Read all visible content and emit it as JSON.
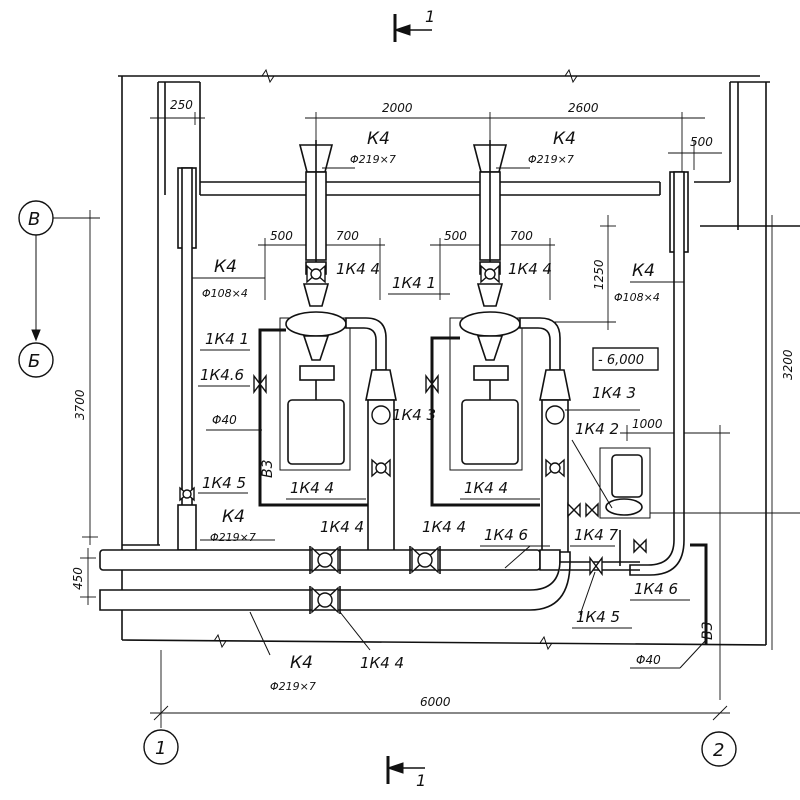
{
  "section_marks": {
    "top": "1",
    "bottom": "1"
  },
  "axes": {
    "v_left": "В",
    "b_left": "Б",
    "col1": "1",
    "col2": "2"
  },
  "dims": {
    "d250": "250",
    "d2000": "2000",
    "d2600": "2600",
    "d500_right": "500",
    "d500_a": "500",
    "d700_a": "700",
    "d500_b": "500",
    "d700_b": "700",
    "d1250": "1250",
    "d3700": "3700",
    "d3200": "3200",
    "d1000": "1000",
    "d450": "450",
    "d6000": "6000"
  },
  "elevation": "- 6,000",
  "labels": {
    "k4_exhaust_1": "К4",
    "size_exhaust_1": "Φ219×7",
    "k4_exhaust_2": "К4",
    "size_exhaust_2": "Φ219×7",
    "k4_left_riser": "К4",
    "size_left_riser": "Φ108×4",
    "k4_right_riser": "К4",
    "size_right_riser": "Φ108×4",
    "k4_header_top": "К4",
    "size_header_top": "Φ219×7",
    "k4_header_bottom": "К4",
    "size_header_bottom": "Φ219×7",
    "v_1k44_a": "1К4 4",
    "v_1k44_b": "1К4 4",
    "v_1k41_a": "1К4 1",
    "v_1k41_b": "1К4 1",
    "v_1k46_left": "1К4.6",
    "phi40_left": "Φ40",
    "b3_left": "В3",
    "v_1k43_a": "1К4 3",
    "v_1k43_b": "1К4 3",
    "v_1k42": "1К4 2",
    "v_1k44_c": "1К4 4",
    "v_1k44_d": "1К4 4",
    "v_1k45_left": "1К4 5",
    "v_1k44_e": "1К4 4",
    "v_1k44_f": "1К4 4",
    "v_1k46_mid": "1К4 6",
    "v_1k47": "1К4 7",
    "v_1k46_right": "1К4 6",
    "v_1k45_right": "1К4 5",
    "b3_right": "В3",
    "phi40_right": "Φ40",
    "v_1k44_bottom": "1К4 4"
  }
}
